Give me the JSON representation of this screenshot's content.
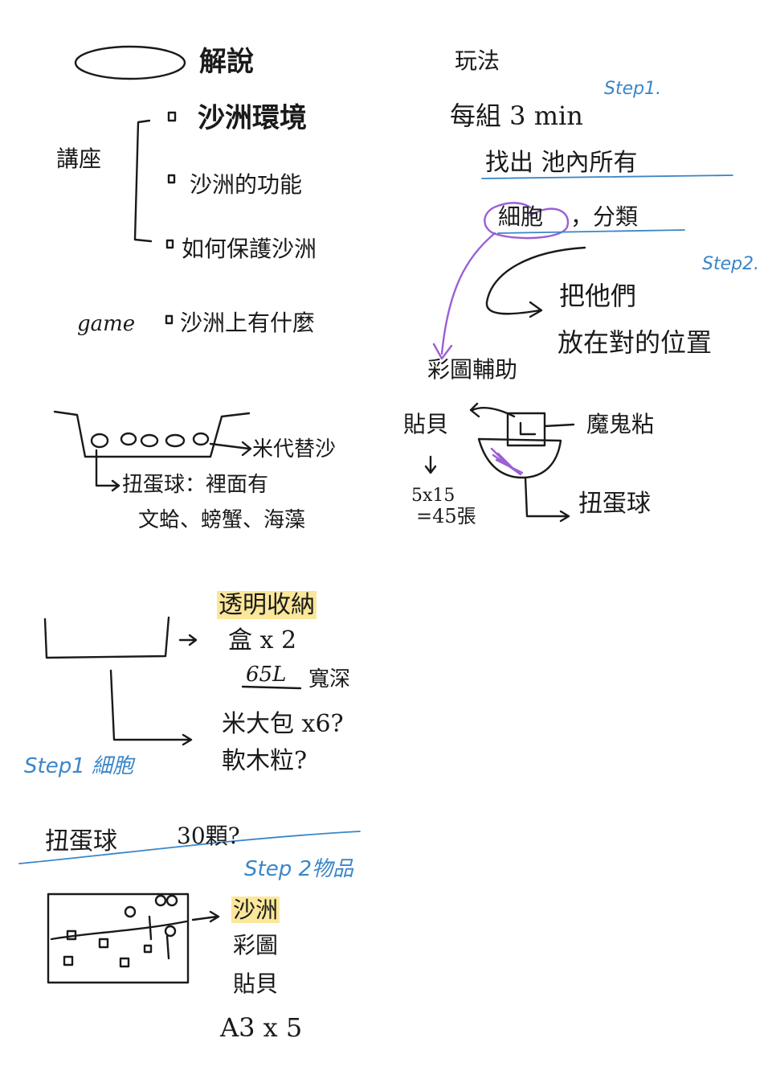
{
  "section1": {
    "title": "解說",
    "left_label": "講座",
    "items": [
      "沙洲環境",
      "沙洲的功能",
      "如何保護沙洲"
    ],
    "game_label": "game",
    "game_item": "沙洲上有什麼"
  },
  "method": {
    "title": "玩法",
    "step1_label": "Step1.",
    "time_line": "每組 3 min",
    "find_line": "找出 池內所有",
    "category_prefix": "細胞",
    "category_suffix": "，分類",
    "step2_label": "Step2.",
    "place_line1": "把他們",
    "place_line2": "放在對的位置"
  },
  "diagram1": {
    "sand_label": "米代替沙",
    "ball_label": "扭蛋球：裡面有",
    "ball_contents": "文蛤、螃蟹、海藻"
  },
  "diagram2": {
    "map_label": "彩圖輔助",
    "shell_label": "貼貝",
    "glue_label": "魔鬼粘",
    "calc1": "5x15",
    "calc2": "=45張",
    "ball_label": "扭蛋球"
  },
  "materials1": {
    "box_label": "透明收納",
    "box_count": "盒 x 2",
    "box_size": "65L",
    "box_dims": "寬深",
    "rice": "米大包 x6?",
    "cork": "軟木粒?",
    "step_label": "Step1 細胞"
  },
  "materials2": {
    "balls": "扭蛋球",
    "balls_count": "30顆?",
    "step_label": "Step 2物品",
    "item1": "沙洲",
    "item2": "彩圖",
    "item3": "貼貝",
    "item4": "A3 x 5"
  }
}
